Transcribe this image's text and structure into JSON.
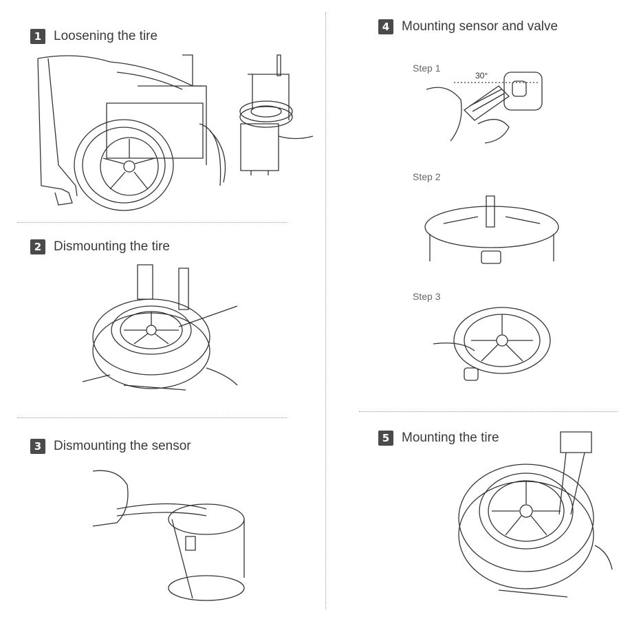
{
  "sections": [
    {
      "number": "1",
      "title": "Loosening the tire"
    },
    {
      "number": "2",
      "title": "Dismounting the tire"
    },
    {
      "number": "3",
      "title": "Dismounting the sensor"
    },
    {
      "number": "4",
      "title": "Mounting sensor and valve"
    },
    {
      "number": "5",
      "title": "Mounting the tire"
    }
  ],
  "steps": [
    {
      "label": "Step 1"
    },
    {
      "label": "Step 2"
    },
    {
      "label": "Step 3"
    }
  ],
  "angle": "30°",
  "colors": {
    "line": "#333333",
    "badge": "#4a4a4a",
    "divider": "#9a9a9a"
  }
}
